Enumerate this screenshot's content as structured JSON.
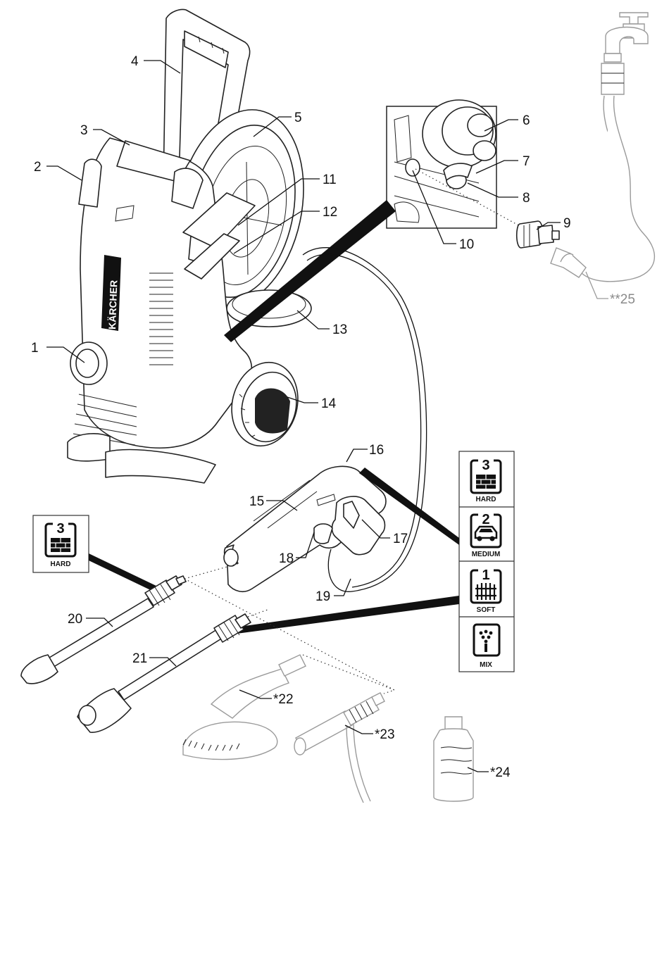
{
  "brand": "KÄRCHER",
  "callouts": {
    "c1": "1",
    "c2": "2",
    "c3": "3",
    "c4": "4",
    "c5": "5",
    "c6": "6",
    "c7": "7",
    "c8": "8",
    "c9": "9",
    "c10": "10",
    "c11": "11",
    "c12": "12",
    "c13": "13",
    "c14": "14",
    "c15": "15",
    "c16": "16",
    "c17": "17",
    "c18": "18",
    "c19": "19",
    "c20": "20",
    "c21": "21",
    "c22": "*22",
    "c23": "*23",
    "c24": "*24",
    "c25": "**25"
  },
  "pressure_panel": [
    {
      "level": "3",
      "label": "HARD",
      "icon": "brick-wall-icon"
    },
    {
      "level": "2",
      "label": "MEDIUM",
      "icon": "car-icon"
    },
    {
      "level": "1",
      "label": "SOFT",
      "icon": "fence-icon"
    },
    {
      "level": "",
      "label": "MIX",
      "icon": "detergent-foam-icon"
    }
  ],
  "lance_badge": {
    "level": "3",
    "label": "HARD",
    "icon": "brick-wall-icon"
  },
  "colors": {
    "line": "#111111",
    "optional_parts": "#9a9a9a",
    "background": "#ffffff"
  }
}
